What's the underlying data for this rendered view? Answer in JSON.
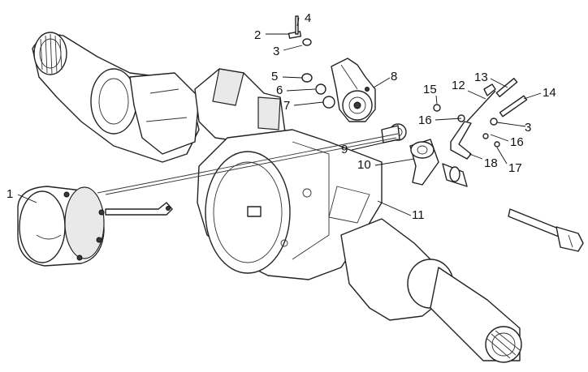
{
  "diagram": {
    "callouts": [
      {
        "id": "1",
        "label": "1"
      },
      {
        "id": "2",
        "label": "2"
      },
      {
        "id": "3a",
        "label": "3"
      },
      {
        "id": "3b",
        "label": "3"
      },
      {
        "id": "4",
        "label": "4"
      },
      {
        "id": "5",
        "label": "5"
      },
      {
        "id": "6",
        "label": "6"
      },
      {
        "id": "7",
        "label": "7"
      },
      {
        "id": "8",
        "label": "8"
      },
      {
        "id": "9",
        "label": "9"
      },
      {
        "id": "10",
        "label": "10"
      },
      {
        "id": "11",
        "label": "11"
      },
      {
        "id": "12",
        "label": "12"
      },
      {
        "id": "13",
        "label": "13"
      },
      {
        "id": "14",
        "label": "14"
      },
      {
        "id": "15",
        "label": "15"
      },
      {
        "id": "16a",
        "label": "16"
      },
      {
        "id": "16b",
        "label": "16"
      },
      {
        "id": "17",
        "label": "17"
      },
      {
        "id": "18",
        "label": "18"
      }
    ]
  }
}
